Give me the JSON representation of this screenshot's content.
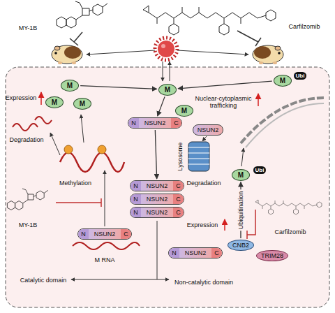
{
  "diagram": {
    "nodes": [
      {
        "text": [
          "M"
        ]
      },
      {
        "text": [
          "M"
        ]
      },
      {
        "text": [
          "M"
        ]
      },
      {
        "text": [
          "M"
        ]
      },
      {
        "text": [
          "M"
        ]
      },
      {
        "text": [
          "Ubi"
        ]
      },
      {
        "text": [
          "N",
          "NSUN2",
          "C"
        ]
      },
      {
        "text": [
          "M"
        ]
      },
      {
        "text": [
          "NSUN2"
        ]
      },
      {
        "text": [
          "N",
          "NSUN2",
          "C"
        ]
      },
      {
        "text": [
          "N",
          "NSUN2",
          "C"
        ]
      },
      {
        "text": [
          "N",
          "NSUN2",
          "C"
        ]
      },
      {
        "text": [
          "M"
        ]
      },
      {
        "text": [
          "Ubi"
        ]
      },
      {
        "text": [
          "N",
          "NSUN2",
          "C"
        ]
      },
      {
        "text": [
          "N",
          "NSUN2",
          "C"
        ]
      },
      {
        "text": [
          "CNB2"
        ]
      },
      {
        "text": [
          "TRIM28"
        ]
      }
    ],
    "edges": [
      {
        "from": 0,
        "to": 3,
        "arrow": "to"
      },
      {
        "from": 4,
        "to": 3,
        "arrow": "to"
      },
      {
        "from": 3,
        "to": 6,
        "arrow": "to"
      },
      {
        "from": 6,
        "to": 9,
        "arrow": "to"
      },
      {
        "from": 16,
        "to": 12,
        "label": "Ubiquitination",
        "arrow": "to"
      }
    ],
    "labels": [
      "MY-1B",
      "Carfilzomib",
      "Expression",
      "Degradation",
      "Nuclear-cytoplasmic trafficking",
      "Lysosome",
      "Degradation",
      "Methylation",
      "Expression",
      "MY-1B",
      "M RNA",
      "Carfilzomib",
      "Catalytic domain",
      "Non-catalytic domain"
    ]
  }
}
